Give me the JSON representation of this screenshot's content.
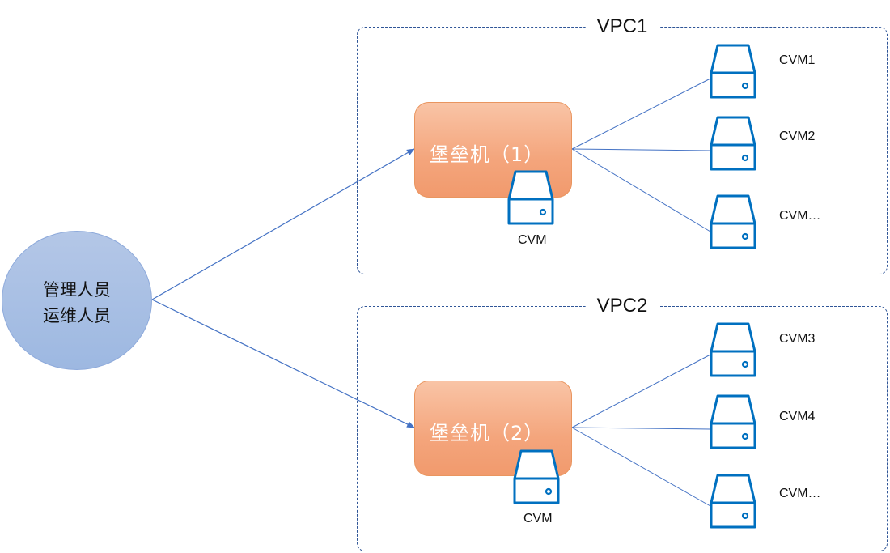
{
  "admin": {
    "line1": "管理人员",
    "line2": "运维人员"
  },
  "vpcs": [
    {
      "title": "VPC1",
      "bastion": {
        "label": "堡垒机（1）",
        "host_label": "CVM"
      },
      "targets": [
        "CVM1",
        "CVM2",
        "CVM…"
      ]
    },
    {
      "title": "VPC2",
      "bastion": {
        "label": "堡垒机（2）",
        "host_label": "CVM"
      },
      "targets": [
        "CVM3",
        "CVM4",
        "CVM…"
      ]
    }
  ],
  "colors": {
    "connector": "#4472c4",
    "server_icon": "#0070c0",
    "vpc_border": "#2f5597",
    "bastion_fill": "#f4a57c",
    "admin_fill": "#a9c0e5"
  },
  "icons": {
    "server": "server-icon"
  }
}
